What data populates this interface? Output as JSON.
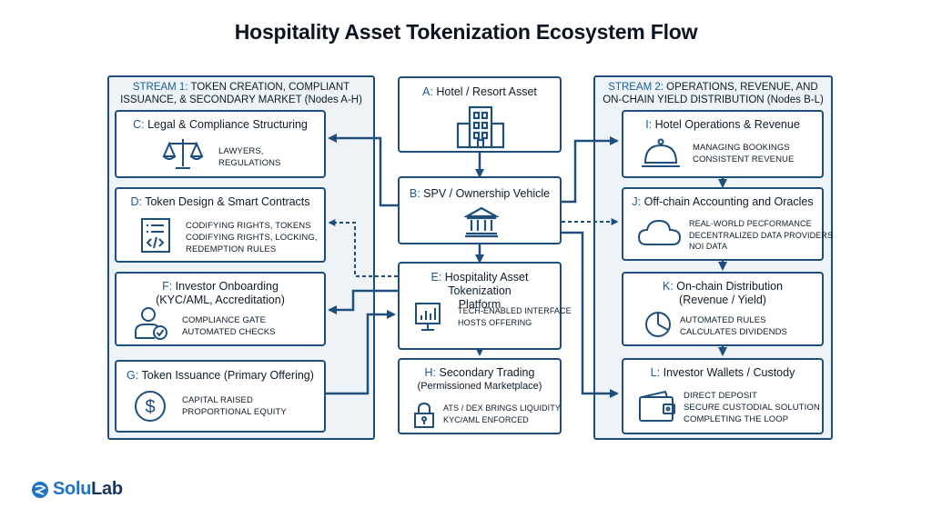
{
  "title": "Hospitality Asset Tokenization Ecosystem Flow",
  "stream1": {
    "prefix": "STREAM 1:",
    "line1_rest": " TOKEN CREATION, COMPLIANT",
    "line2": "ISSUANCE, & SECONDARY MARKET (Nodes A-H)"
  },
  "stream2": {
    "prefix": "STREAM 2:",
    "line1_rest": " OPERATIONS, REVENUE, AND",
    "line2": "ON-CHAIN YIELD DISTRIBUTION (Nodes B-L)"
  },
  "nodes": {
    "A": {
      "id": "A:",
      "title": "Hotel / Resort Asset",
      "icon": "hotel-building-icon"
    },
    "B": {
      "id": "B:",
      "title": "SPV / Ownership Vehicle",
      "icon": "bank-icon"
    },
    "C": {
      "id": "C:",
      "title": "Legal & Compliance Structuring",
      "icon": "scales-icon",
      "desc": [
        "LAWYERS,",
        "REGULATIONS"
      ]
    },
    "D": {
      "id": "D:",
      "title": "Token Design & Smart Contracts",
      "icon": "code-document-icon",
      "desc": [
        "CODIFYING RIGHTS, TOKENS",
        "CODIFYING RIGHTS, LOCKING,",
        "REDEMPTION RULES"
      ]
    },
    "E": {
      "id": "E:",
      "title": "Hospitality Asset Tokenization",
      "title2": "Platform",
      "icon": "monitor-chart-icon",
      "desc": [
        "TECH-ENABLED INTERFACE",
        "HOSTS OFFERING"
      ]
    },
    "F": {
      "id": "F:",
      "title": "Investor Onboarding",
      "title2": "(KYC/AML, Accreditation)",
      "icon": "user-check-icon",
      "desc": [
        "COMPLIANCE GATE",
        "AUTOMATED CHECKS"
      ]
    },
    "G": {
      "id": "G:",
      "title": "Token Issuance (Primary Offering)",
      "icon": "dollar-coin-icon",
      "desc": [
        "CAPITAL RAISED",
        "PROPORTIONAL EQUITY"
      ]
    },
    "H": {
      "id": "H:",
      "title": "Secondary Trading",
      "title2": "(Permissioned Marketplace)",
      "icon": "padlock-icon",
      "desc": [
        "ATS / DEX BRINGS LIQUIDITY",
        "KYC/AML ENFORCED"
      ]
    },
    "I": {
      "id": "I:",
      "title": "Hotel Operations & Revenue",
      "icon": "service-bell-icon",
      "desc": [
        "MANAGING BOOKINGS",
        "CONSISTENT REVENUE"
      ]
    },
    "J": {
      "id": "J:",
      "title": "Off-chain Accounting and Oracles",
      "icon": "cloud-icon",
      "desc": [
        "REAL-WORLD PECFORMANCE",
        "DECENTRALIZED DATA PROVIDERS",
        "NOI DATA"
      ]
    },
    "K": {
      "id": "K:",
      "title": "On-chain Distribution",
      "title2": "(Revenue / Yield)",
      "icon": "pie-chart-icon",
      "desc": [
        "AUTOMATED RULES",
        "CALCULATES DIVIDENDS"
      ]
    },
    "L": {
      "id": "L:",
      "title": "Investor Wallets / Custody",
      "icon": "wallet-icon",
      "desc": [
        "DIRECT DEPOSIT",
        "SECURE CUSTODIAL SOLUTION",
        "COMPLETING THE LOOP"
      ]
    }
  },
  "logo": {
    "part1": "Solu",
    "part2": "Lab"
  },
  "colors": {
    "navy": "#1d4e7c",
    "accent": "#1a5b94",
    "panel": "#eef3f8"
  }
}
